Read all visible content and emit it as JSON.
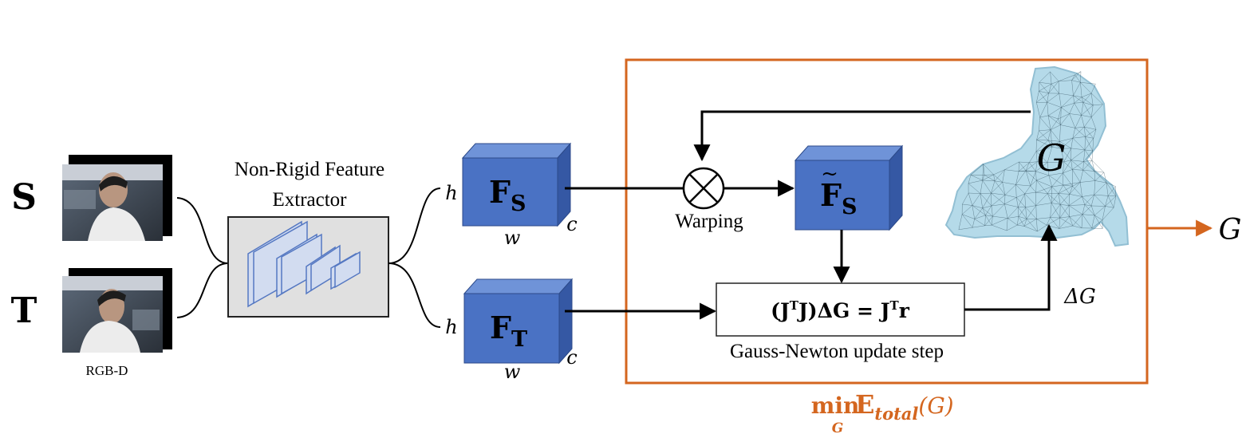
{
  "inputs": {
    "source_letter": "S",
    "target_letter": "T",
    "caption": "RGB-D"
  },
  "extractor": {
    "title_line1": "Non-Rigid Feature",
    "title_line2": "Extractor"
  },
  "features": {
    "source": {
      "base": "F",
      "sub": "S",
      "h": "h",
      "w": "w",
      "c": "c"
    },
    "target": {
      "base": "F",
      "sub": "T",
      "h": "h",
      "w": "w",
      "c": "c"
    },
    "warped": {
      "base": "F",
      "sub": "S",
      "tilde": "~"
    }
  },
  "warping_label": "Warping",
  "equation": {
    "lhs": "(J",
    "t1": "T",
    "mid": "J)ΔG = J",
    "t2": "T",
    "rhs": "r"
  },
  "gauss_newton_label": "Gauss-Newton update step",
  "delta_label": "ΔG",
  "mesh_label": "G",
  "output_label": "G",
  "objective": {
    "min": "min",
    "sub": "G",
    "E": "E",
    "E_sub": "total",
    "arg": "(G)"
  },
  "colors": {
    "accent": "#d4661f",
    "cube_front": "#4a72c4",
    "cube_top": "#6f93d8",
    "cube_side": "#3558a4",
    "mesh": "#a9d4e6"
  }
}
